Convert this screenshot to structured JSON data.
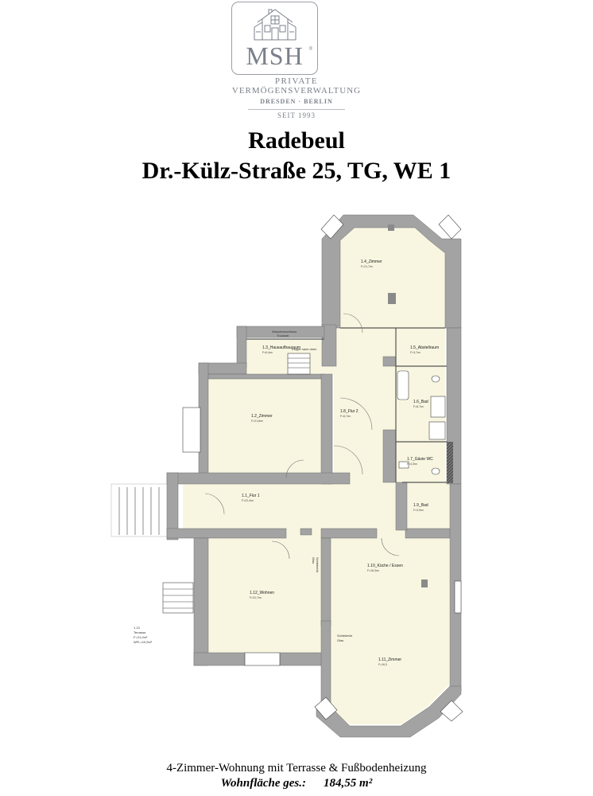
{
  "logo": {
    "letters": "MSH",
    "registered": "®",
    "line1": "PRIVATE",
    "line2": "VERMÖGENSVERWALTUNG",
    "line3": "DRESDEN · BERLIN",
    "line4": "SEIT 1993"
  },
  "title": {
    "line1": "Radebeul",
    "line2": "Dr.-Külz-Straße 25, TG, WE 1"
  },
  "colors": {
    "room_fill": "#f8f6e0",
    "wall": "#a3a3a3",
    "brand_gray": "#7b808a"
  },
  "rooms": [
    {
      "id": "1.1",
      "label": "1.1_Flur 1",
      "area": "F=22,4m²"
    },
    {
      "id": "1.2",
      "label": "1.2_Zimmer",
      "area": "F=21,8m²"
    },
    {
      "id": "1.3",
      "label": "1.3_Hausaufbauraum",
      "area": "F=6,4m²"
    },
    {
      "id": "1.4",
      "label": "1.4_Zimmer",
      "area": "F=21,7m²"
    },
    {
      "id": "1.5",
      "label": "1.5_Abstellraum",
      "area": "F=3,7m²"
    },
    {
      "id": "1.6",
      "label": "1.6_Bad",
      "area": "F=8,7m²"
    },
    {
      "id": "1.7",
      "label": "1.7_Gäste WC",
      "area": "F=4,3m²"
    },
    {
      "id": "1.8",
      "label": "1.8_Flur 2",
      "area": "F=6,7m²"
    },
    {
      "id": "1.9",
      "label": "1.9_Bad",
      "area": "F=3,9m²"
    },
    {
      "id": "1.10",
      "label": "1.10_Küche / Essen",
      "area": "F=16,3m²"
    },
    {
      "id": "1.11",
      "label": "1.11_Zimmer",
      "area": "F=16,3"
    },
    {
      "id": "1.12",
      "label": "1.12_Wohnen",
      "area": "F=31,7m²"
    }
  ],
  "terrace": {
    "line1": "1.13",
    "line2": "Terrasse",
    "line3": "F=21,0m²",
    "line4": "WFL=10,5m²"
  },
  "notes": {
    "schiebetuer_1": "Schiebetür",
    "schiebetuer_1b": "Glas",
    "schiebetuer_2": "Schiebetür",
    "schiebetuer_2b": "Glas",
    "treppe": "Treppe nach oben",
    "wasser": "Wasseranschluss",
    "wasser_b": "Trockner"
  },
  "footer": {
    "line1": "4-Zimmer-Wohnung mit Terrasse & Fußbodenheizung",
    "label": "Wohnfläche ges.:",
    "value": "184,55 m²"
  }
}
